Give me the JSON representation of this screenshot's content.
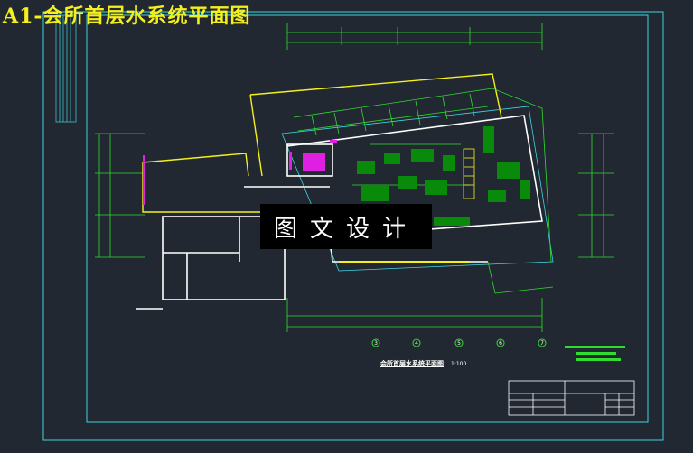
{
  "title": "A1-会所首层水系统平面图",
  "watermark": "图文设计",
  "plan": {
    "title": "会所首层水系统平面图",
    "scale": "1:100"
  },
  "axis_labels_bottom": [
    "3",
    "4",
    "5",
    "6",
    "7"
  ],
  "colors": {
    "background": "#222831",
    "frame": "#3fd6e0",
    "title": "#f4f01e",
    "wall": "#ffffff",
    "pipe": "#2fdc2f",
    "equipment": "#0a8a0a",
    "sanitary": "#e020e0"
  }
}
